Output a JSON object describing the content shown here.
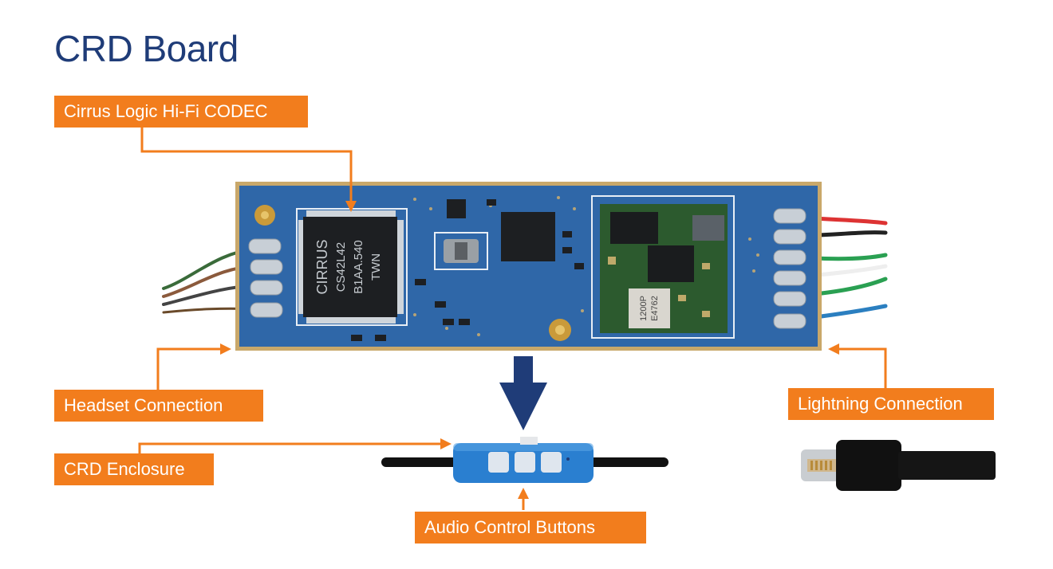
{
  "title": "CRD Board",
  "labels": {
    "codec": "Cirrus Logic Hi-Fi CODEC",
    "headset": "Headset Connection",
    "enclosure": "CRD Enclosure",
    "audio_buttons": "Audio Control Buttons",
    "lightning": "Lightning Connection"
  },
  "chip_text": {
    "codec_chip": [
      "CIRRUS",
      "CS42L42",
      "B1AA.540",
      "TWN"
    ],
    "module_chip": [
      "1200P",
      "E4762"
    ]
  },
  "colors": {
    "accent": "#f27d1d",
    "title": "#1f3c78",
    "pcb": "#2f67a8",
    "arrow": "#1f3c78"
  }
}
